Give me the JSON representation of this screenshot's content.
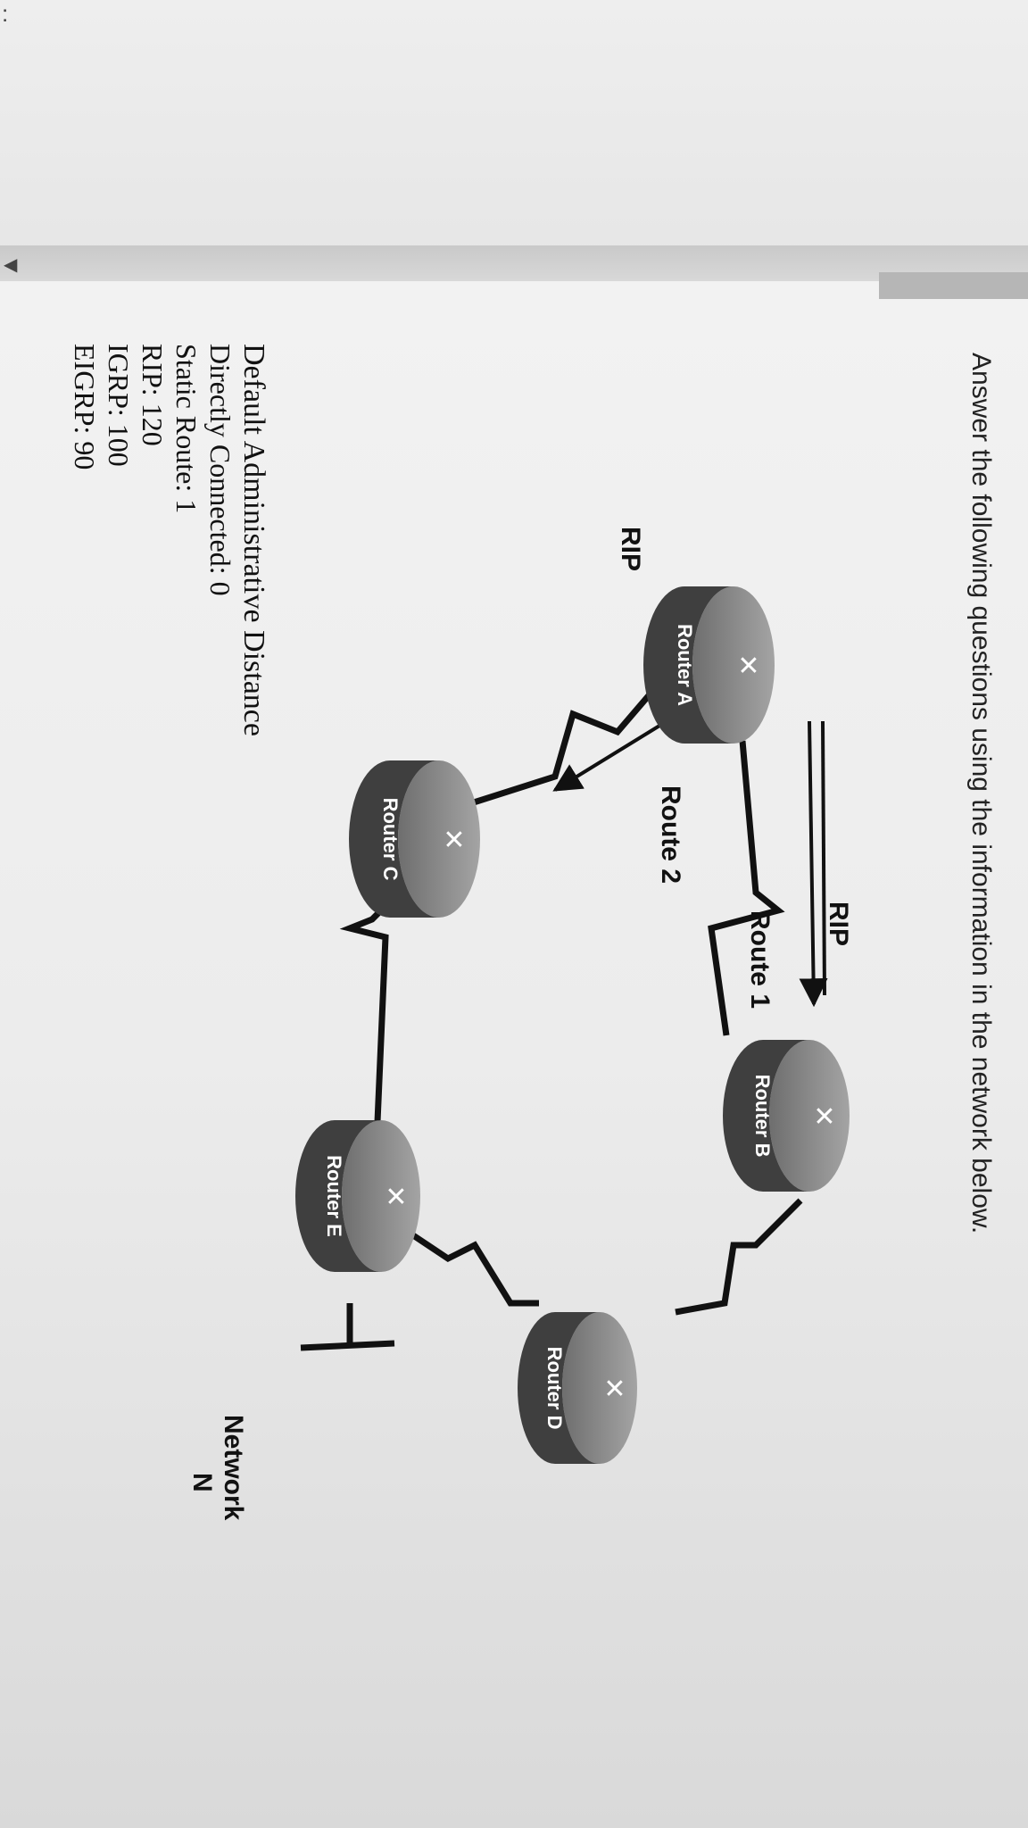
{
  "instruction": "Answer the following questions  using the information in the network below.",
  "routers": {
    "a": "Router A",
    "b": "Router B",
    "c": "Router C",
    "d": "Router D",
    "e": "Router E"
  },
  "labels": {
    "rip_top": "RIP",
    "rip_left": "RIP",
    "route1": "Route 1",
    "route2": "Route 2",
    "network_line1": "Network",
    "network_line2": "N"
  },
  "legend": {
    "title": "Default Administrative Distance",
    "items": [
      "Directly Connected: 0",
      "Static Route: 1",
      "RIP: 120",
      "IGRP: 100",
      "EIGRP: 90"
    ]
  },
  "colors": {
    "router_top": "#8a8a8a",
    "router_side": "#3f3f3f",
    "link": "#111111"
  },
  "icons": [
    "router-icon",
    "triangle-left-icon"
  ]
}
